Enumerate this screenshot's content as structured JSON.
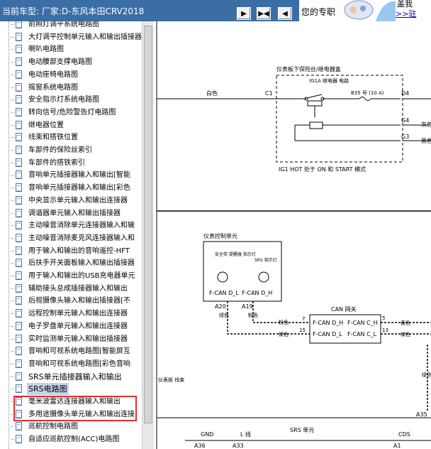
{
  "header": {
    "title": "当前车型:  厂家:D-东风本田CRV2018",
    "nav_buttons": [
      "▶",
      "▶◀",
      "◀"
    ],
    "ad_text": "您的专职",
    "ad_link_line1": "盖我",
    "ad_link_line2": ">>驻"
  },
  "sidebar": {
    "items": [
      {
        "label": "前照灯调平系统电路图"
      },
      {
        "label": "大灯调平控制单元输入和输出插接器"
      },
      {
        "label": "喇叭电路图"
      },
      {
        "label": "电动腰部支撑电路图"
      },
      {
        "label": "电动座椅电路图"
      },
      {
        "label": "摇窗系统电路图"
      },
      {
        "label": "安全指示灯系统电路图"
      },
      {
        "label": "转向信号/危险警告灯电路图"
      },
      {
        "label": "继电器位置"
      },
      {
        "label": "线束和搭铁位置"
      },
      {
        "label": "车部件的保险丝索引"
      },
      {
        "label": "车部件的搭铁索引"
      },
      {
        "label": "音响单元插接器输入和输出[智能"
      },
      {
        "label": "音响单元插接器输入和输出[彩色"
      },
      {
        "label": "中央显示单元输入和输出连接器"
      },
      {
        "label": "调谐器单元输入和输出插接器"
      },
      {
        "label": "主动噪音消除单元连接器输入和输"
      },
      {
        "label": "主动噪音消除麦克风连接器输入和"
      },
      {
        "label": "用于输入和输出的音响遥控-HFT"
      },
      {
        "label": "后扶手开关面板输入和输出插接器"
      },
      {
        "label": "用于输入和输出的USB充电器单元"
      },
      {
        "label": "辅助接头总成插接器输入和输出"
      },
      {
        "label": "后视摄像头输入和输出插接器[不"
      },
      {
        "label": "远程控制单元输入和输出连接器"
      },
      {
        "label": "电子罗盘单元输入和输出连接器"
      },
      {
        "label": "实时监测单元输入和输出插接器"
      },
      {
        "label": "音响和可视系统电路图[智能屏互"
      },
      {
        "label": "音响和可视系统电路图[彩色音响"
      },
      {
        "label": "SRS单元插接器输入和输出"
      },
      {
        "label": "SRS电路图"
      },
      {
        "label": "毫米波雷达连接器输入和输出"
      },
      {
        "label": "多用途摄像头单元输入和输出连接"
      },
      {
        "label": "巡航控制电路图"
      },
      {
        "label": "自适应巡航控制(ACC)电路图"
      }
    ]
  },
  "diagram": {
    "fuse_box_title": "仪表板下保险丝/继电器盒",
    "relay_label": "IG1A 继电器 电路",
    "fuse_label": "B35 号 (10 A)",
    "wire_white": "白色",
    "c1": "C1",
    "d4": "D4",
    "g4": "G4",
    "g3": "G3",
    "wire_gray_right": "灰色",
    "wire_black_right": "黑色",
    "ig1_note": "IG1 HOT 处于 ON 和 START 模式",
    "gauge_title": "仪表控制单元",
    "seatbelt_label": "安全带 提醒器 指示灯",
    "srs_lamp_label": "SRS 指示灯",
    "fcan_dl": "F-CAN D_L",
    "fcan_dh": "F-CAN D_H",
    "a20": "A20",
    "a19": "A19",
    "green": "绿色",
    "pink": "粉色",
    "can_gateway": "CAN 网关",
    "pin7": "7",
    "pin15": "15",
    "pin5": "5",
    "pin13": "13",
    "fcan_ch": "F-CAN C_H",
    "fcan_cl": "F-CAN C_L",
    "yellow": "黄色",
    "dash_wire_label": "仪表板 线束",
    "srs_unit": "SRS 单元",
    "gnd": "GND",
    "l_line": "L 线",
    "cds": "CDS",
    "a36": "A36",
    "a33": "A33",
    "a1": "A1",
    "a35": "A35",
    "green_right": "绿色"
  }
}
